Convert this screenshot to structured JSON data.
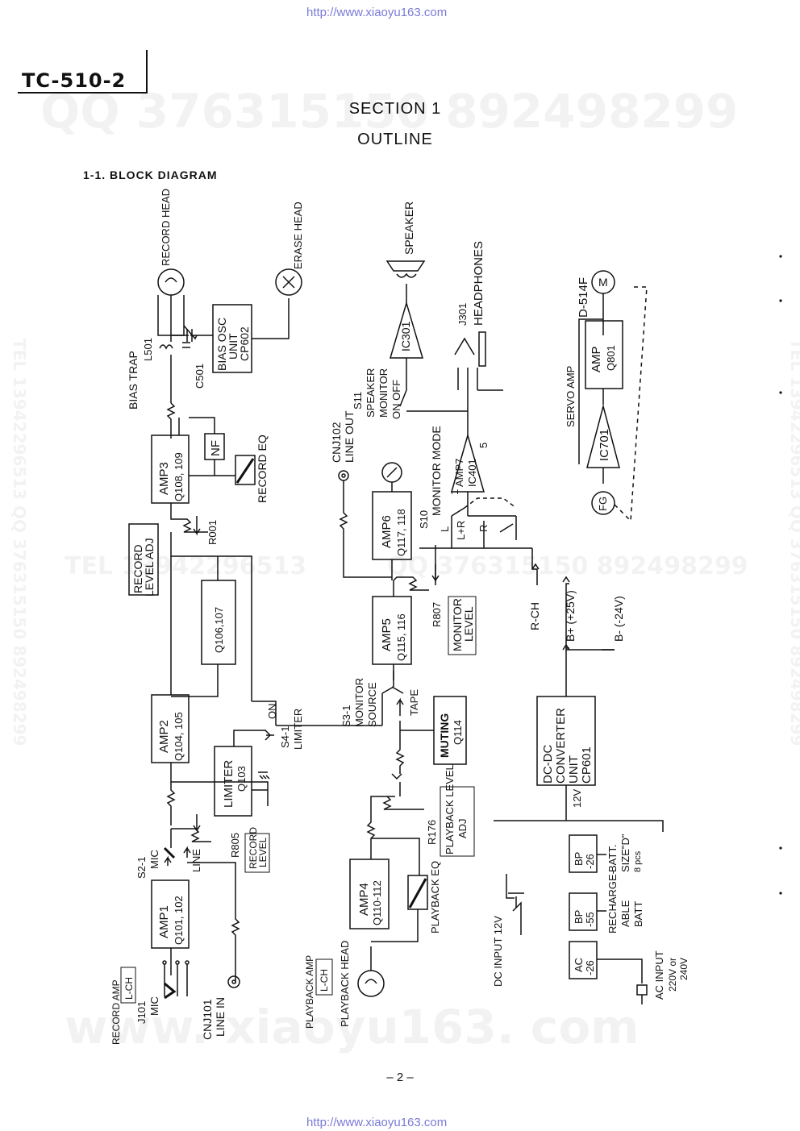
{
  "header": {
    "url_top": "http://www.xiaoyu163.com",
    "model": "TC-510-2",
    "section": "SECTION 1",
    "outline": "OUTLINE",
    "subheading": "1-1. BLOCK DIAGRAM"
  },
  "watermarks": {
    "qq_top": "QQ 376315150   892498299",
    "tel_mid": "TEL 13942296513",
    "qq_mid": "QQ 376315150  892498299",
    "side_left": "TEL 13942296513  QQ 376315150  892498299",
    "side_right": "TEL 13942296513  QQ 376315150  892498299",
    "bottom": "www. xiaoyu163. com"
  },
  "diagram": {
    "record_head": "RECORD HEAD",
    "erase_head": "ERASE HEAD",
    "bias_osc": [
      "BIAS OSC",
      "UNIT",
      "CP602"
    ],
    "bias_trap": "BIAS TRAP",
    "l501": "L501",
    "c501": "C501",
    "amp3": [
      "AMP3",
      "Q108, 109"
    ],
    "nf": "NF",
    "record_eq": "RECORD EQ",
    "r001": "R001",
    "record_level_adj": [
      "RECORD",
      "LEVEL ADJ"
    ],
    "q106": "Q106,107",
    "amp2": [
      "AMP2",
      "Q104, 105"
    ],
    "limiter": [
      "LIMITER",
      "Q103"
    ],
    "s4": [
      "ON",
      "S4-1",
      "LIMITER"
    ],
    "s2": [
      "S2-1",
      "MIC"
    ],
    "line_sw": "LINE",
    "r805": "R805",
    "record_level": [
      "RECORD",
      "LEVEL"
    ],
    "amp1": [
      "AMP1",
      "Q101, 102"
    ],
    "j101": [
      "RECORD AMP",
      "L-CH",
      "J101",
      "MIC"
    ],
    "cnj101": [
      "CNJ101",
      "LINE IN"
    ],
    "speaker": "SPEAKER",
    "ic301": "IC301",
    "s11": [
      "S11",
      "SPEAKER",
      "MONITOR",
      "ON   OFF"
    ],
    "j301": [
      "J301",
      "HEADPHONES"
    ],
    "cnj102": [
      "CNJ102",
      "LINE OUT"
    ],
    "amp7": [
      "AMP7",
      "IC401",
      "1",
      "5"
    ],
    "s10": [
      "S10",
      "MONITOR MODE",
      "L",
      "L+R",
      "R"
    ],
    "amp6": [
      "AMP6",
      "Q117, 118"
    ],
    "amp5": [
      "AMP5",
      "Q115, 116"
    ],
    "r807": "R807",
    "monitor_level": [
      "MONITOR",
      "LEVEL"
    ],
    "rch": "R-CH",
    "s3": [
      "S3-1",
      "MONITOR",
      "SOURCE",
      "TAPE"
    ],
    "muting": [
      "MUTING",
      "Q114"
    ],
    "r176": "R176",
    "playback_level_adj": [
      "PLAYBACK LEVEL",
      "ADJ"
    ],
    "amp4": [
      "AMP4",
      "Q110-112"
    ],
    "playback_eq": "PLAYBACK EQ",
    "playback_amp": [
      "PLAYBACK AMP",
      "L-CH",
      "PLAYBACK HEAD"
    ],
    "motor": [
      "D-514F",
      "M"
    ],
    "servo_amp": "SERVO AMP",
    "amp_q801": [
      "AMP",
      "Q801"
    ],
    "ic701": "IC701",
    "fg": "FG",
    "b_plus": "B+ (+25V)",
    "b_minus": "B- (-24V)",
    "dcdc": [
      "DC-DC",
      "CONVERTER",
      "UNIT",
      "CP601"
    ],
    "v12": "12V",
    "bp26": [
      "BP",
      "-26"
    ],
    "batt": [
      "BATT.",
      "SIZE\"D\"",
      "8 pcs"
    ],
    "bp55": [
      "BP",
      "-55"
    ],
    "recharge": [
      "RECHARGE-",
      "ABLE",
      "BATT"
    ],
    "ac26": [
      "AC",
      "-26"
    ],
    "ac_input": [
      "AC INPUT",
      "220V or",
      "240V"
    ],
    "dc_input": "DC INPUT 12V"
  },
  "footer": {
    "page": "– 2 –",
    "url_bottom": "http://www.xiaoyu163.com"
  }
}
